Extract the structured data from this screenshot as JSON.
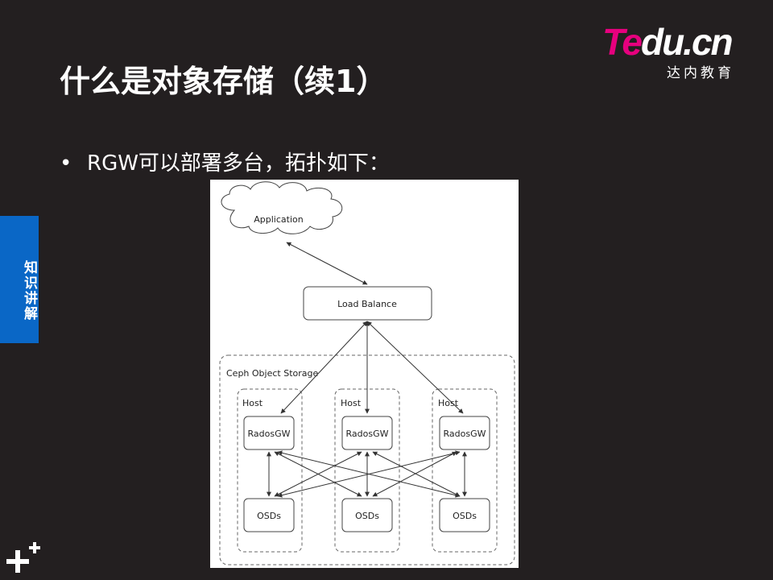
{
  "logo": {
    "brand_part1": "Te",
    "brand_part2": "du.cn",
    "subtitle": "达内教育"
  },
  "title": "什么是对象存储（续1）",
  "bullet": {
    "marker": "•",
    "text": "RGW可以部署多台，拓扑如下："
  },
  "side_tab": {
    "label": "知识讲解"
  },
  "icons": {
    "corner": "plus-plus-icon"
  },
  "colors": {
    "background": "#231f20",
    "accent_pink": "#e6007e",
    "side_tab_blue": "#0a67c6"
  },
  "diagram": {
    "application": "Application",
    "load_balance": "Load Balance",
    "storage_label": "Ceph Object Storage",
    "hosts": [
      {
        "label": "Host",
        "gateway": "RadosGW",
        "osd": "OSDs"
      },
      {
        "label": "Host",
        "gateway": "RadosGW",
        "osd": "OSDs"
      },
      {
        "label": "Host",
        "gateway": "RadosGW",
        "osd": "OSDs"
      }
    ]
  }
}
